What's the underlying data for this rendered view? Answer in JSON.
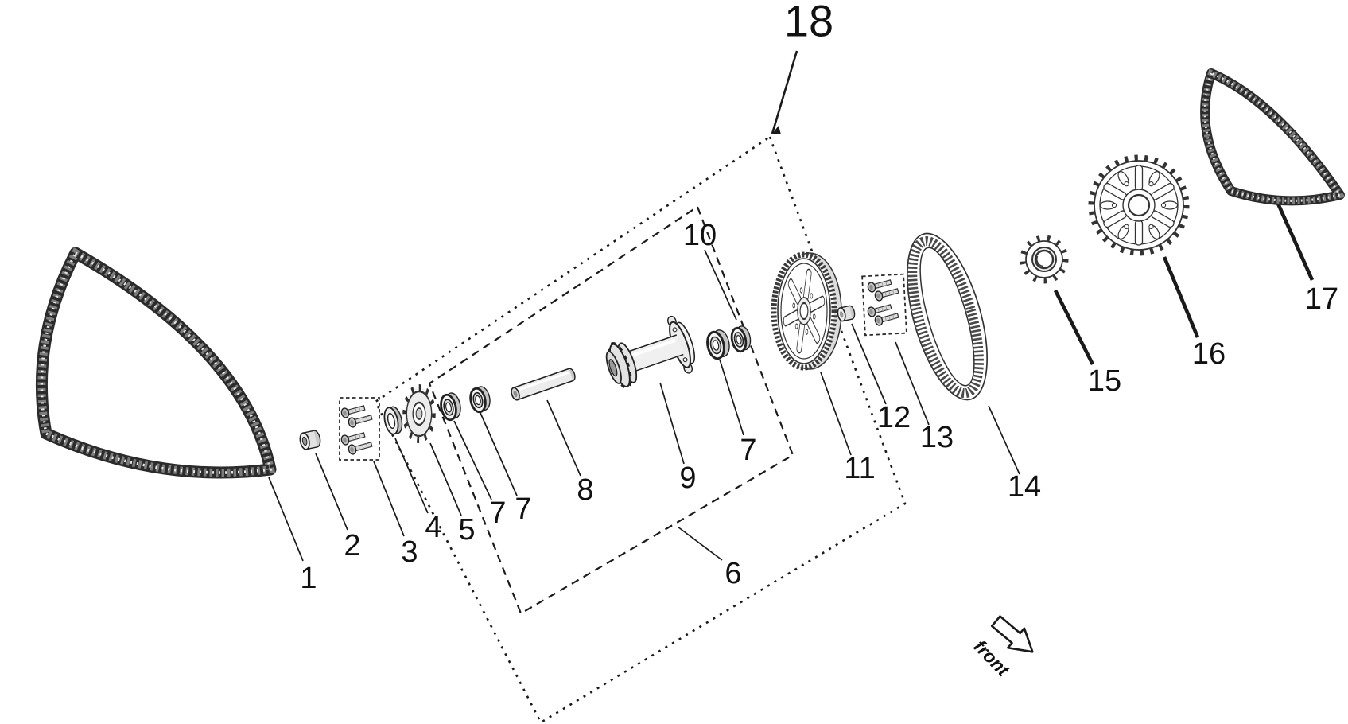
{
  "callouts": [
    {
      "id": "1",
      "label": "1"
    },
    {
      "id": "2",
      "label": "2"
    },
    {
      "id": "3",
      "label": "3"
    },
    {
      "id": "4",
      "label": "4"
    },
    {
      "id": "5",
      "label": "5"
    },
    {
      "id": "6",
      "label": "6"
    },
    {
      "id": "7a",
      "label": "7"
    },
    {
      "id": "7b",
      "label": "7"
    },
    {
      "id": "7c",
      "label": "7"
    },
    {
      "id": "8",
      "label": "8"
    },
    {
      "id": "9",
      "label": "9"
    },
    {
      "id": "10",
      "label": "10"
    },
    {
      "id": "11",
      "label": "11"
    },
    {
      "id": "12",
      "label": "12"
    },
    {
      "id": "13",
      "label": "13"
    },
    {
      "id": "14",
      "label": "14"
    },
    {
      "id": "15",
      "label": "15"
    },
    {
      "id": "16",
      "label": "16"
    },
    {
      "id": "17",
      "label": "17"
    },
    {
      "id": "18",
      "label": "18"
    }
  ],
  "front_arrow": {
    "label": "front"
  },
  "colors": {
    "background": "#ffffff",
    "line": "#1a1a1a",
    "chain_dark": "#2b2b2b",
    "metal_light": "#ececec",
    "metal_mid": "#c6c6c6"
  }
}
